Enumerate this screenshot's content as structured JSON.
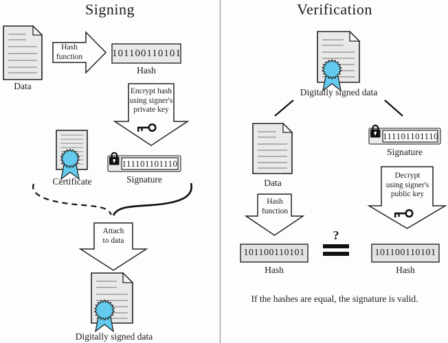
{
  "left": {
    "title": "Signing",
    "data_label": "Data",
    "hash_function_label": "Hash\nfunction",
    "hash_value": "101100110101",
    "hash_label": "Hash",
    "encrypt_label": "Encrypt hash\nusing signer's\nprivate key",
    "signature_value": "111101101110",
    "signature_label": "Signature",
    "certificate_label": "Certificate",
    "attach_label": "Attach\nto data",
    "signed_data_label": "Digitally signed data"
  },
  "right": {
    "title": "Verification",
    "signed_data_label": "Digitally signed data",
    "data_label": "Data",
    "signature_value": "111101101110",
    "signature_label": "Signature",
    "hash_function_label": "Hash\nfunction",
    "decrypt_label": "Decrypt\nusing signer's\npublic key",
    "hash_left_value": "101100110101",
    "hash_left_label": "Hash",
    "equals_question": "?",
    "hash_right_value": "101100110101",
    "hash_right_label": "Hash",
    "conclusion": "If the hashes are equal, the signature is valid."
  },
  "colors": {
    "seal_blue": "#64cbee",
    "doc_fill": "#e9e9e9",
    "box_fill": "#e9e9e9",
    "stroke": "#222222",
    "divider": "#a8a8a8"
  }
}
